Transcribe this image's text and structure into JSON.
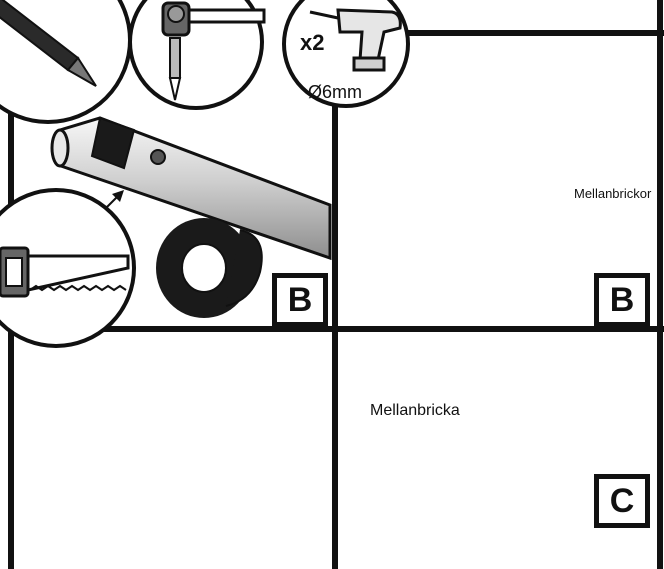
{
  "tools": {
    "marker_text": "MARKER-PEN",
    "drill_quantity": "x2",
    "drill_bit_size": "Ø6mm"
  },
  "panels": {
    "left_top_letter": "B",
    "right_top_letter": "B",
    "bottom_right_letter": "C"
  },
  "annotations": {
    "washers_label": "Mellanbrickor",
    "washer_label": "Mellanbricka"
  },
  "colors": {
    "line": "#111111",
    "tube_fill": "#d9d9d9",
    "slat_fill": "#f2d5a4",
    "drill_body": "#e6e6e6",
    "tape": "#151515"
  }
}
